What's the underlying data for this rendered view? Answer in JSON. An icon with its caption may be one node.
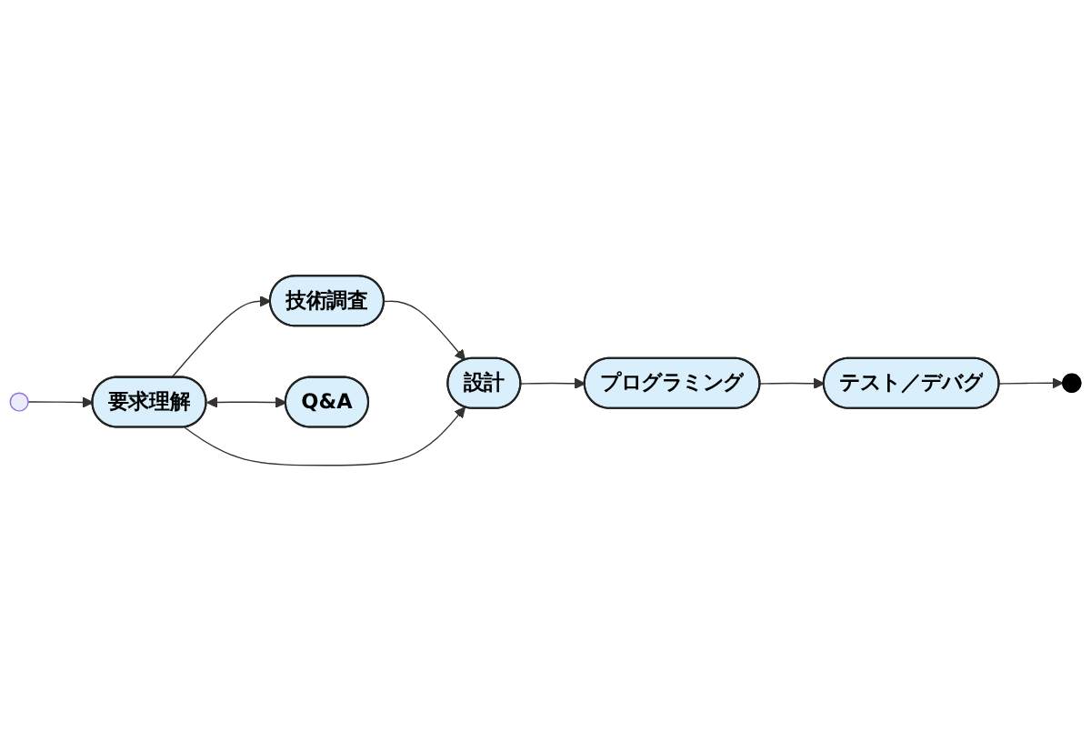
{
  "diagram": {
    "nodes": [
      {
        "text": [],
        "shape": "circle"
      },
      {
        "text": [
          "要求理解"
        ]
      },
      {
        "text": [
          "技術調査"
        ]
      },
      {
        "text": [
          "設計"
        ]
      },
      {
        "text": [
          "プログラミング"
        ]
      },
      {
        "text": [
          "テスト／デバグ"
        ]
      },
      {
        "text": [],
        "shape": "circle"
      },
      {
        "text": [
          "Q&A"
        ]
      }
    ],
    "edges": [
      {
        "from": 0,
        "to": 1,
        "arrow": "to"
      },
      {
        "from": 1,
        "to": 2,
        "arrow": "to"
      },
      {
        "from": 2,
        "to": 3,
        "arrow": "to"
      },
      {
        "from": 1,
        "to": 3,
        "arrow": "to"
      },
      {
        "from": 3,
        "to": 4,
        "arrow": "to"
      },
      {
        "from": 4,
        "to": 5,
        "arrow": "to"
      },
      {
        "from": 5,
        "to": 6,
        "arrow": "to"
      },
      {
        "from": 1,
        "to": 7,
        "arrow": "both"
      }
    ]
  }
}
